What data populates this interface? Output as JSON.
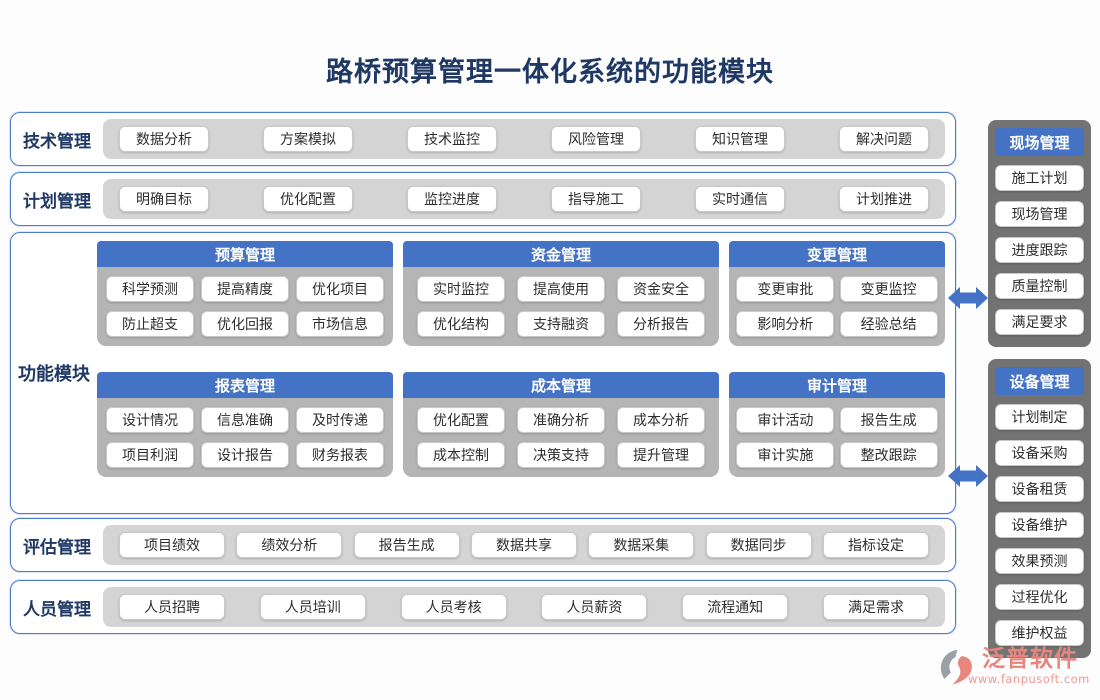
{
  "title": "路桥预算管理一体化系统的功能模块",
  "top_rows": [
    {
      "label": "技术管理",
      "items": [
        "数据分析",
        "方案模拟",
        "技术监控",
        "风险管理",
        "知识管理",
        "解决问题"
      ]
    },
    {
      "label": "计划管理",
      "items": [
        "明确目标",
        "优化配置",
        "监控进度",
        "指导施工",
        "实时通信",
        "计划推进"
      ]
    }
  ],
  "function_modules": {
    "label": "功能模块",
    "panels": [
      {
        "title": "预算管理",
        "items": [
          "科学预测",
          "提高精度",
          "优化项目",
          "防止超支",
          "优化回报",
          "市场信息"
        ]
      },
      {
        "title": "资金管理",
        "items": [
          "实时监控",
          "提高使用",
          "资金安全",
          "优化结构",
          "支持融资",
          "分析报告"
        ]
      },
      {
        "title": "变更管理",
        "items": [
          "变更审批",
          "变更监控",
          "影响分析",
          "经验总结"
        ]
      },
      {
        "title": "报表管理",
        "items": [
          "设计情况",
          "信息准确",
          "及时传递",
          "项目利润",
          "设计报告",
          "财务报表"
        ]
      },
      {
        "title": "成本管理",
        "items": [
          "优化配置",
          "准确分析",
          "成本分析",
          "成本控制",
          "决策支持",
          "提升管理"
        ]
      },
      {
        "title": "审计管理",
        "items": [
          "审计活动",
          "报告生成",
          "审计实施",
          "整改跟踪"
        ]
      }
    ]
  },
  "bottom_rows": [
    {
      "label": "评估管理",
      "items": [
        "项目绩效",
        "绩效分析",
        "报告生成",
        "数据共享",
        "数据采集",
        "数据同步",
        "指标设定"
      ]
    },
    {
      "label": "人员管理",
      "items": [
        "人员招聘",
        "人员培训",
        "人员考核",
        "人员薪资",
        "流程通知",
        "满足需求"
      ]
    }
  ],
  "sidebar": [
    {
      "title": "现场管理",
      "items": [
        "施工计划",
        "现场管理",
        "进度跟踪",
        "质量控制",
        "满足要求"
      ]
    },
    {
      "title": "设备管理",
      "items": [
        "计划制定",
        "设备采购",
        "设备租赁",
        "设备维护",
        "效果预测",
        "过程优化",
        "维护权益"
      ]
    }
  ],
  "icons": {
    "arrow": "double-headed-sync-arrow-icon",
    "logo": "fanpu-logo-icon"
  },
  "footer": {
    "brand": "泛普软件",
    "url": "www.fanpusoft.com"
  },
  "colors": {
    "accent_blue": "#4472c4",
    "navy_text": "#1f3864",
    "row_bar_gray": "#d4d4d4",
    "panel_body_gray": "#b5b5b5",
    "sidebar_gray": "#737373",
    "brand_coral": "#e8857d"
  }
}
